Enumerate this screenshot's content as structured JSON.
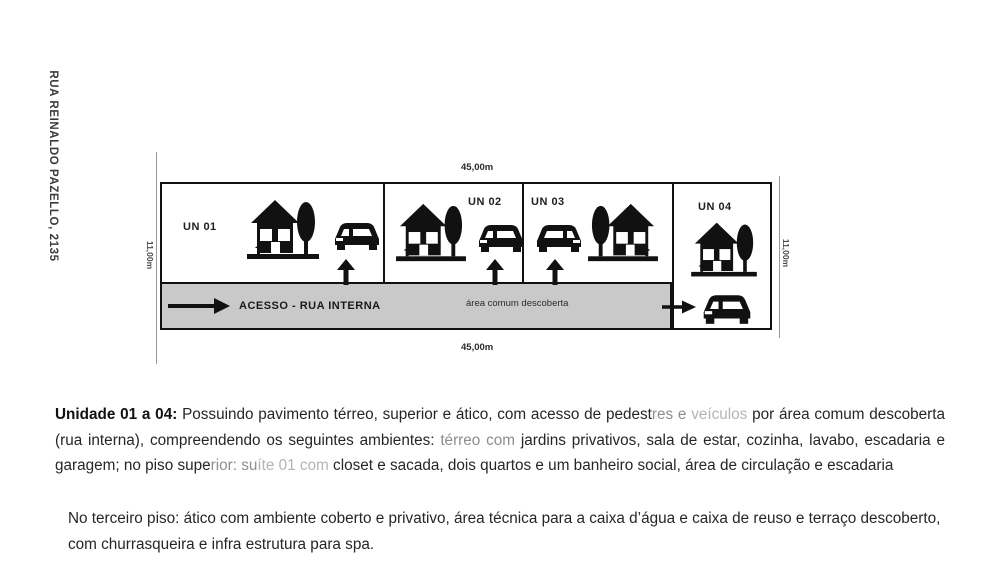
{
  "plan": {
    "street_label": "RUA REINALDO PAZELLO, 2135",
    "dim_left": "11,00m",
    "dim_right": "11,00m",
    "dim_top": "45,00m",
    "dim_bottom": "45,00m",
    "corridor_label": "ACESSO - RUA INTERNA",
    "common_area_label": "área comum descoberta",
    "units": [
      {
        "label": "UN 01"
      },
      {
        "label": "UN 02"
      },
      {
        "label": "UN 03"
      },
      {
        "label": "UN 04"
      }
    ]
  },
  "description": {
    "title": "Unidade 01 a 04:",
    "body_a": " Possuindo pavimento térreo, superior e ático, com acesso de pedest",
    "body_a_fade1": "res e ",
    "body_a_fade2": "veículos",
    "body_b": "por área comum descoberta (rua interna), compreendendo os seguintes ambientes: ",
    "body_b_fade1": "térreo com",
    "body_c": "jardins privativos, sala de estar, cozinha, lavabo, escadaria e garagem; no piso supe",
    "body_c_fade1": "rior: su",
    "body_c_fade2": "íte 01 com",
    "body_d": "closet e sacada, dois quartos e um banheiro social, área de circulação e escadaria",
    "body_e": "No terceiro piso:  ático com ambiente coberto e privativo, área técnica para a caixa d’água e caixa de",
    "body_f": "reuso e terraço descoberto, com churrasqueira e infra estrutura para spa."
  }
}
